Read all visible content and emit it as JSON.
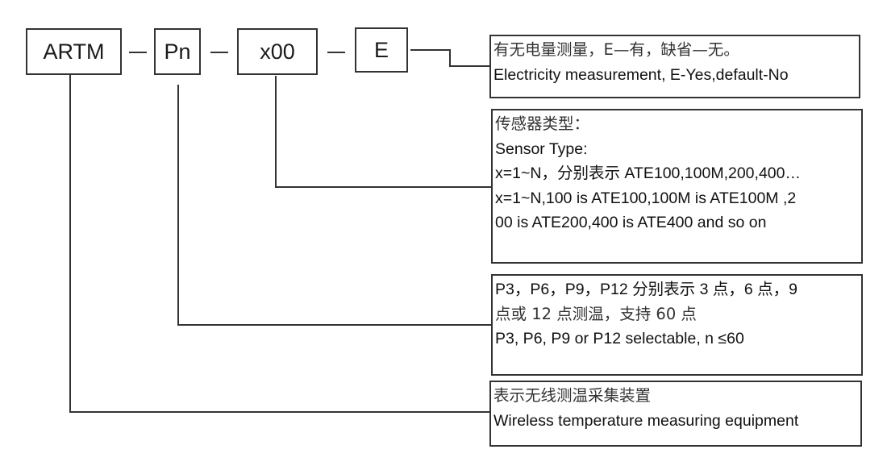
{
  "diagram": {
    "title": "ARTM model code",
    "code_parts": [
      {
        "id": "artm",
        "label": "ARTM"
      },
      {
        "id": "pn",
        "label": "Pn"
      },
      {
        "id": "x00",
        "label": "x00"
      },
      {
        "id": "e",
        "label": "E"
      }
    ],
    "separator": "—",
    "descriptions": {
      "electricity": {
        "for": "E",
        "lines": [
          "有无电量测量，E—有，缺省—无。",
          "Electricity measurement, E-Yes,default-No"
        ]
      },
      "sensor_type": {
        "for": "x00",
        "lines": [
          "传感器类型：",
          "Sensor Type:",
          "x=1~N，分别表示 ATE100,100M,200,400…",
          "x=1~N,100  is  ATE100,100M  is  ATE100M  ,2",
          "00 is ATE200,400 is ATE400 and so on"
        ]
      },
      "points": {
        "for": "Pn",
        "lines": [
          "P3，P6，P9，P12 分别表示 3 点，6 点，9",
          "点或 12 点测温，支持 60 点",
          "P3, P6, P9 or P12 selectable, n ≤60"
        ]
      },
      "device": {
        "for": "ARTM",
        "lines": [
          "表示无线测温采集装置",
          "Wireless temperature measuring equipment"
        ]
      }
    }
  }
}
